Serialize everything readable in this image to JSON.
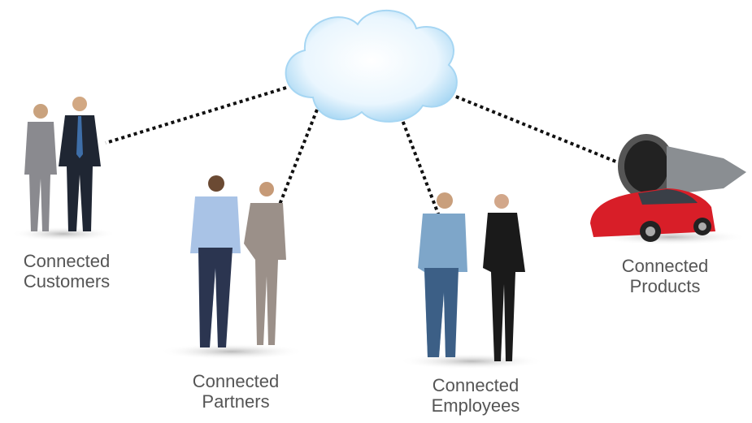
{
  "labels": {
    "customers": [
      "Connected",
      "Customers"
    ],
    "partners": [
      "Connected",
      "Partners"
    ],
    "employees": [
      "Connected",
      "Employees"
    ],
    "products": [
      "Connected",
      "Products"
    ]
  },
  "colors": {
    "cloud_fill": "#e6f4fd",
    "cloud_edge": "#9fd3f2",
    "connector": "#111111",
    "label_text": "#555555",
    "car": "#d81e28"
  }
}
